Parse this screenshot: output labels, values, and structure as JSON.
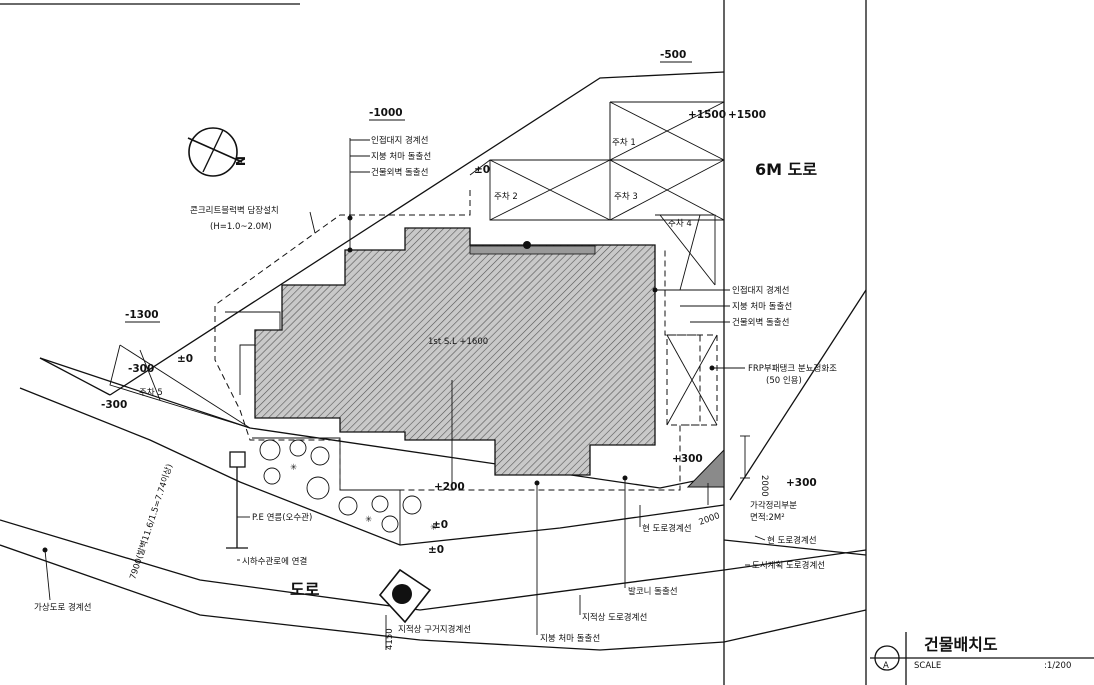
{
  "levels": {
    "m500": "-500",
    "m1000": "-1000",
    "p1500a": "+1500",
    "p1500b": "+1500",
    "zero_top": "±0",
    "m1300": "-1300",
    "m300a": "-300",
    "m300b": "-300",
    "zero_left": "±0",
    "p300a": "+300",
    "p300b": "+300",
    "p200": "+200",
    "zero_bot1": "±0",
    "zero_bot2": "±0"
  },
  "parking": {
    "p1": "주차 1",
    "p2": "주차 2",
    "p3": "주차 3",
    "p4": "주차 4",
    "p5": "주차 5"
  },
  "roads": {
    "road_6m": "6M 도로",
    "road": "도로"
  },
  "building": {
    "label": "1st S.L +1600"
  },
  "notes": {
    "top_boundary": "인접대지 경계선",
    "top_eave": "지붕 처마 돌출선",
    "top_wall": "건물외벽 돌출선",
    "fence": "콘크리트블럭벽 담장설치",
    "fence_h": "(H=1.0~2.0M)",
    "right_boundary": "인접대지 경계선",
    "right_eave": "지붕 처마 돌출선",
    "right_wall": "건물외벽 돌출선",
    "frp": "FRP부패탱크 분뇨정화조",
    "frp_cap": "(50 인용)",
    "pe_pipe": "P.E 연름(오수관)",
    "sewer": "시하수관로에 연결",
    "virtual_road": "가상도로 경계선",
    "dim_7900": "7900(발벽11.6/1.5=7.74이상)",
    "dim_4150": "4150",
    "dim_2000": "2000",
    "dim_2000b": "2000",
    "corner_area": "가각정리부분",
    "corner_area2": "면적:2M²",
    "old_road1": "현 도로경계선",
    "old_road2": "현 도로경계선",
    "city_road": "도시계획 도로경계선",
    "balcony": "발코니 돌출선",
    "map_road": "지적상 도로경계선",
    "roof_eave": "지붕 처마 돌출선",
    "map_boundary": "지적상 구거지경계선"
  },
  "title_block": {
    "title": "건물배치도",
    "mark": "A",
    "scale_label": "SCALE",
    "scale_value": ":1/200"
  },
  "north": {
    "letter": "N"
  }
}
